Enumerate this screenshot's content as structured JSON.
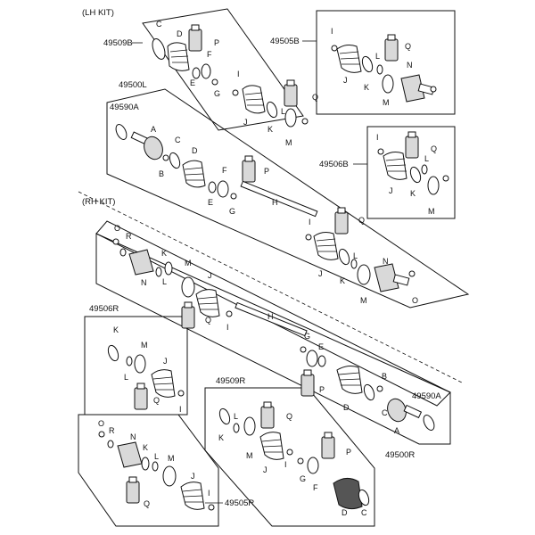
{
  "kits": {
    "lh": "(LH KIT)",
    "rh": "(RH KIT)"
  },
  "groups": {
    "g49509B": "49509B",
    "g49505B": "49505B",
    "g49500L": "49500L",
    "g49590A_top": "49590A",
    "g49506B": "49506B",
    "g49506R": "49506R",
    "g49509R": "49509R",
    "g49590A_bottom": "49590A",
    "g49500R": "49500R",
    "g49505R": "49505R"
  },
  "part_letters": [
    "A",
    "B",
    "C",
    "D",
    "E",
    "F",
    "G",
    "H",
    "I",
    "J",
    "K",
    "L",
    "M",
    "N",
    "O",
    "P",
    "Q",
    "R"
  ]
}
